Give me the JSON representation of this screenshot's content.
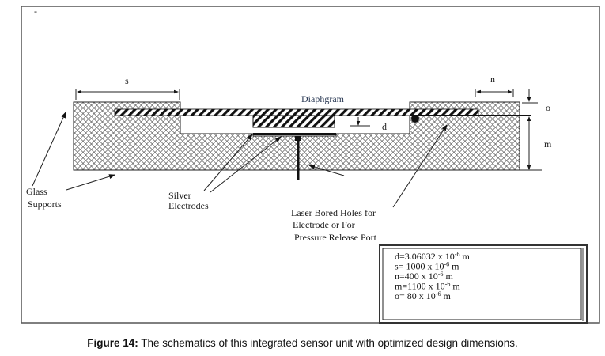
{
  "figure": {
    "corner_mark": "-",
    "labels": {
      "diaphragm": "Diaphgram",
      "dim_s": "s",
      "dim_n": "n",
      "dim_o": "o",
      "dim_m": "m",
      "dim_d": "d",
      "glass_supports": [
        "Glass",
        "Supports"
      ],
      "silver_electrodes": [
        "Silver",
        "Electrodes"
      ],
      "laser_holes": [
        "Laser Bored Holes for",
        "Electrode or For",
        "Pressure Release Port"
      ]
    },
    "dimensions_box": [
      {
        "name": "d",
        "text": "d=3.06032 x 10",
        "exp": "-6",
        "unit": " m"
      },
      {
        "name": "s",
        "text": "s= 1000 x 10",
        "exp": "-6",
        "unit": " m"
      },
      {
        "name": "n",
        "text": "n=400 x 10",
        "exp": "-6",
        "unit": " m"
      },
      {
        "name": "m",
        "text": "m=1100 x 10",
        "exp": "-6",
        "unit": " m"
      },
      {
        "name": "o",
        "text": "o= 80 x 10",
        "exp": "-6",
        "unit": " m"
      }
    ]
  },
  "caption": {
    "prefix": "Figure 14:",
    "text": " The schematics of this integrated sensor unit with optimized design dimensions."
  }
}
